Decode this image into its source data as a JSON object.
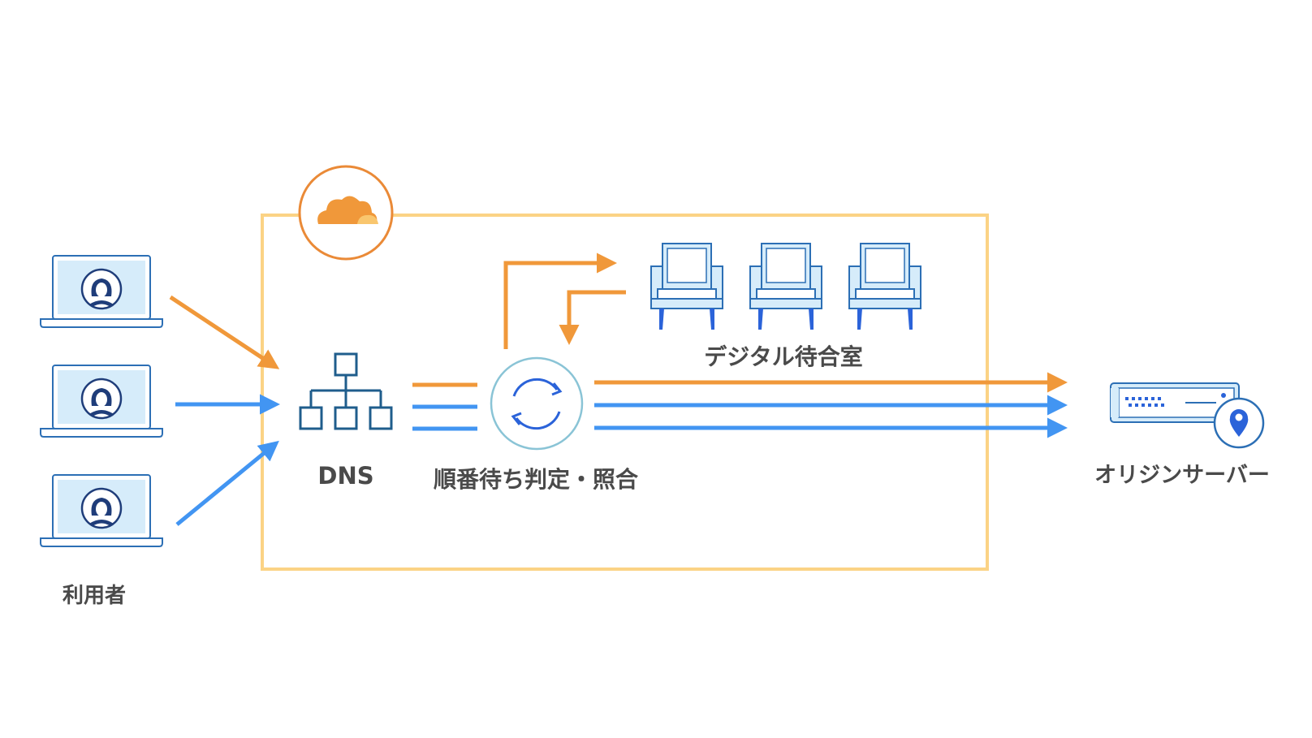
{
  "labels": {
    "users": "利用者",
    "dns": "DNS",
    "queue": "順番待ち判定・照合",
    "waiting_room": "デジタル待合室",
    "origin": "オリジンサーバー"
  },
  "icons": {
    "users": [
      "laptop-user-icon",
      "laptop-user-icon",
      "laptop-user-icon"
    ],
    "logo": "cloudflare-logo-icon",
    "dns": "network-hierarchy-icon",
    "queue": "sync-cycle-icon",
    "chairs": [
      "armchair-icon",
      "armchair-icon",
      "armchair-icon"
    ],
    "origin": "server-location-icon"
  },
  "colors": {
    "orange": "#f0983a",
    "blue": "#4295f2",
    "boundary": "#fbd385",
    "dark_blue": "#1f5d8c",
    "light_blue": "#d6ecfa",
    "chair_leg": "#2b63d9",
    "text": "#4a4a4a"
  }
}
